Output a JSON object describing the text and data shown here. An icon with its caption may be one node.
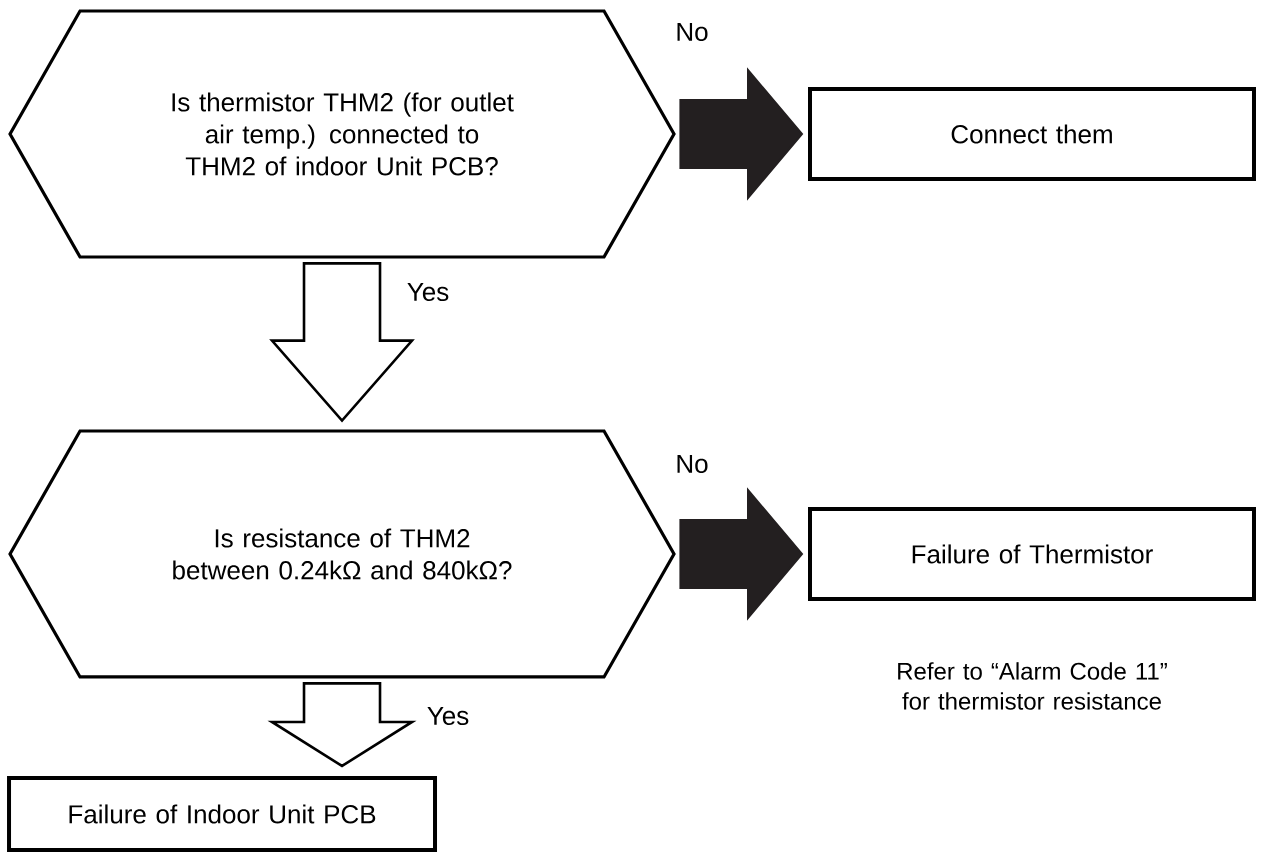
{
  "diagram": {
    "nodes": [
      {
        "text": [
          "Is thermistor THM2 (for outlet air temp.) connected to THM2 of indoor Unit PCB?"
        ]
      },
      {
        "text": [
          "Connect them"
        ]
      },
      {
        "text": [
          "Is resistance of THM2 between 0.24kΩ and 840kΩ?"
        ]
      },
      {
        "text": [
          "Failure of Thermistor"
        ],
        "beside": [
          "Refer to “Alarm Code 11” for thermistor resistance"
        ]
      },
      {
        "text": [
          "Failure of Indoor Unit PCB"
        ]
      }
    ],
    "edges": [
      {
        "from": 0,
        "to": 1,
        "arrow": "to",
        "label": "No",
        "color": "#231f20"
      },
      {
        "from": 0,
        "to": 2,
        "arrow": "to",
        "label": "Yes"
      },
      {
        "from": 2,
        "to": 3,
        "arrow": "to",
        "label": "No",
        "color": "#231f20"
      },
      {
        "from": 2,
        "to": 4,
        "arrow": "to",
        "label": "Yes"
      }
    ]
  }
}
